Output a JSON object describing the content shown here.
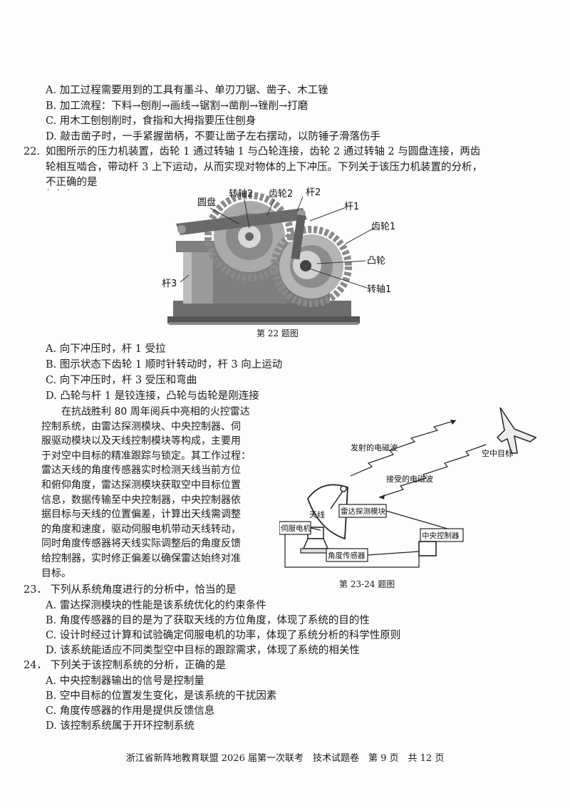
{
  "q21_options": [
    "A. 加工过程需要用到的工具有墨斗、单刃刀锯、凿子、木工锉",
    "B. 加工流程：下料→刨削→画线→锯割→凿削→锉削→打磨",
    "C. 用木工刨刨削时，食指和大拇指要压住刨身",
    "D. 敲击凿子时，一手紧握凿柄，不要让凿子左右摆动，以防锤子滑落伤手"
  ],
  "q22": {
    "number": "22.",
    "stem_line1": "如图所示的压力机装置，齿轮 1 通过转轴 1 与凸轮连接，齿轮 2 通过转轴 2 与圆盘连接，两齿",
    "stem_line2": "轮相互啮合，带动杆 3 上下运动，从而实现对物体的上下冲压。下列关于该压力机装置的分析，",
    "stem_line3": "不正确的是",
    "figure_labels": {
      "disc": "圆盘",
      "shaft2": "转轴2",
      "gear2": "齿轮2",
      "rod2": "杆2",
      "rod1": "杆1",
      "gear1": "齿轮1",
      "cam": "凸轮",
      "shaft1": "转轴1",
      "rod3": "杆3"
    },
    "caption": "第 22 题图",
    "options": [
      "A. 向下冲压时，杆 1 受拉",
      "B. 图示状态下齿轮 1 顺时针转动时，杆 3 向上运动",
      "C. 向下冲压时，杆 3 受压和弯曲",
      "D. 凸轮与杆 1 是铰连接，凸轮与齿轮是刚连接"
    ]
  },
  "material": {
    "lines": [
      "　　在抗战胜利 80 周年阅兵中亮相的火控雷达",
      "控制系统，由雷达探测模块、中央控制器、伺",
      "服驱动模块以及天线控制模块等构成，主要用",
      "于对空中目标的精准跟踪与锁定。其工作过程：",
      "雷达天线的角度传感器实时检测天线当前方位",
      "和俯仰角度，雷达探测模块获取空中目标位置",
      "信息，数据传输至中央控制器，中央控制器依",
      "据目标与天线的位置偏差，计算出天线需调整",
      "的角度和速度，驱动伺服电机带动天线转动，",
      "同时角度传感器将天线实际调整后的角度反馈",
      "给控制器，实时修正偏差以确保雷达始终对准",
      "目标。"
    ],
    "figure_labels": {
      "emitted": "发射的电磁波",
      "received": "接受的电磁波",
      "target": "空中目标",
      "antenna": "天线",
      "radar_module": "雷达探测模块",
      "servo": "伺服电机",
      "angle_sensor": "角度传感器",
      "controller": "中央控制器"
    },
    "caption": "第 23-24 题图"
  },
  "q23": {
    "stem": "23． 下列从系统角度进行的分析中，恰当的是",
    "options": [
      "A. 雷达探测模块的性能是该系统优化的约束条件",
      "B. 角度传感器的目的是为了获取天线的方位角度，体现了系统的目的性",
      "C. 设计时经过计算和试验确定伺服电机的功率，体现了系统分析的科学性原则",
      "D. 该系统能适应不同类型空中目标的跟踪需求，体现了系统的相关性"
    ]
  },
  "q24": {
    "stem": "24． 下列关于该控制系统的分析，正确的是",
    "options": [
      "A. 中央控制器输出的信号是控制量",
      "B. 空中目标的位置发生变化，是该系统的干扰因素",
      "C. 角度传感器的作用是提供反馈信息",
      "D. 该控制系统属于开环控制系统"
    ]
  },
  "footer": "浙江省新阵地教育联盟 2026 届第一次联考　技术试题卷　第 9 页　共 12 页"
}
